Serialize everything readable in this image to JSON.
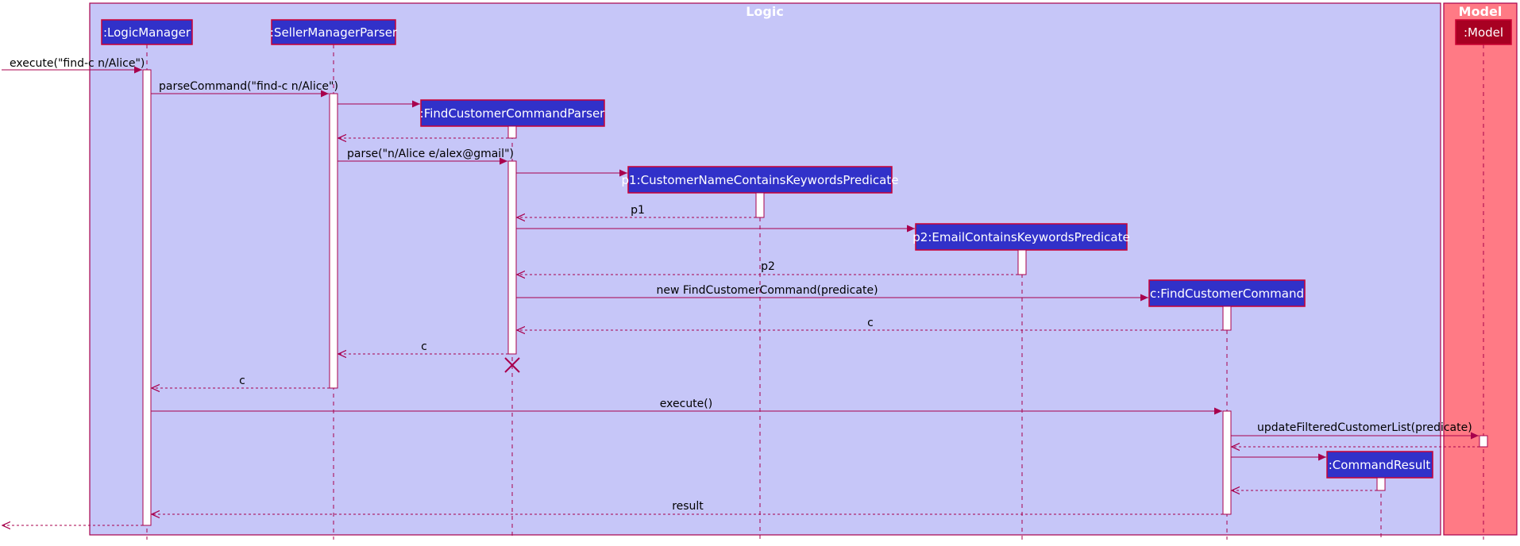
{
  "boxes": {
    "logic": {
      "title": "Logic",
      "fill": "#c6c6f8",
      "stroke": "#a8004d"
    },
    "model": {
      "title": "Model",
      "fill": "#ff7a85",
      "stroke": "#a8004d"
    }
  },
  "colors": {
    "participant_fill": "#3131c9",
    "participant_stroke": "#cc0033",
    "participant_text": "#ffffff",
    "model_participant_fill": "#a80022",
    "arrow": "#a8004d",
    "activation_fill": "#ffffff"
  },
  "participants": [
    {
      "id": "logic-manager",
      "label": ":LogicManager"
    },
    {
      "id": "seller-manager-parser",
      "label": ":SellerManagerParser"
    },
    {
      "id": "find-customer-command-parser",
      "label": ":FindCustomerCommandParser"
    },
    {
      "id": "p1-predicate",
      "label": "p1:CustomerNameContainsKeywordsPredicate"
    },
    {
      "id": "p2-predicate",
      "label": "p2:EmailContainsKeywordsPredicate"
    },
    {
      "id": "find-customer-command",
      "label": "c:FindCustomerCommand"
    },
    {
      "id": "command-result",
      "label": ":CommandResult"
    },
    {
      "id": "model",
      "label": ":Model"
    }
  ],
  "messages": [
    {
      "id": "msg-execute-input",
      "label": "execute(\"find-c n/Alice\")",
      "kind": "sync"
    },
    {
      "id": "msg-parse-command",
      "label": "parseCommand(\"find-c n/Alice\")",
      "kind": "sync"
    },
    {
      "id": "msg-create-parser",
      "label": "",
      "kind": "create"
    },
    {
      "id": "msg-return-parser",
      "label": "",
      "kind": "return"
    },
    {
      "id": "msg-parse",
      "label": "parse(\"n/Alice e/alex@gmail\")",
      "kind": "sync"
    },
    {
      "id": "msg-create-p1",
      "label": "",
      "kind": "create"
    },
    {
      "id": "msg-return-p1",
      "label": "p1",
      "kind": "return"
    },
    {
      "id": "msg-create-p2",
      "label": "",
      "kind": "create"
    },
    {
      "id": "msg-return-p2",
      "label": "p2",
      "kind": "return"
    },
    {
      "id": "msg-new-command",
      "label": "new FindCustomerCommand(predicate)",
      "kind": "create"
    },
    {
      "id": "msg-return-c1",
      "label": "c",
      "kind": "return"
    },
    {
      "id": "msg-return-c2",
      "label": "c",
      "kind": "return"
    },
    {
      "id": "msg-return-c3",
      "label": "c",
      "kind": "return"
    },
    {
      "id": "msg-execute",
      "label": "execute()",
      "kind": "sync"
    },
    {
      "id": "msg-update-filtered",
      "label": "updateFilteredCustomerList(predicate)",
      "kind": "sync"
    },
    {
      "id": "msg-return-model",
      "label": "",
      "kind": "return"
    },
    {
      "id": "msg-create-result",
      "label": "",
      "kind": "create"
    },
    {
      "id": "msg-return-result",
      "label": "",
      "kind": "return"
    },
    {
      "id": "msg-result",
      "label": "result",
      "kind": "return"
    },
    {
      "id": "msg-return-output",
      "label": "",
      "kind": "return"
    }
  ]
}
